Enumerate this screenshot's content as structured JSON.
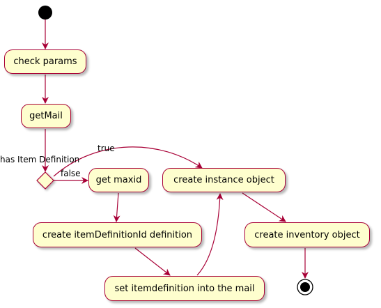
{
  "colors": {
    "node_fill": "#FEFECE",
    "node_border": "#A80036",
    "arrow": "#A80036",
    "start_end": "#000000"
  },
  "nodes": {
    "check_params": "check params",
    "get_mail": "getMail",
    "get_maxid": "get maxid",
    "create_item_def": "create itemDefinitionId definition",
    "set_item_def": "set itemdefinition into the mail",
    "create_instance": "create instance object",
    "create_inventory": "create inventory object"
  },
  "decision": {
    "condition": "has Item Definition",
    "true_label": "true",
    "false_label": "false"
  }
}
